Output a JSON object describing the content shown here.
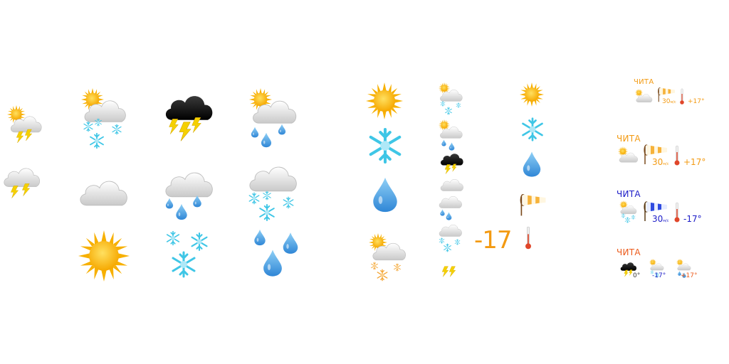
{
  "colors": {
    "orange": "#f39a12",
    "blue": "#1c1cc8",
    "red": "#ec5b1c",
    "sun": "#fbb71c",
    "raindrop": "#5aa8e6",
    "snowflake": "#3fc6e6",
    "cloud": "#e9e9e9",
    "storm_cloud": "#161616",
    "lightning": "#f5d000"
  },
  "icons": {
    "col1": [
      "sun-cloud-lightning-icon",
      "cloud-lightning-icon"
    ],
    "col2": [
      "sun-cloud-snow-icon",
      "cloud-icon",
      "sun-icon"
    ],
    "col3": [
      "storm-cloud-lightning-icon",
      "cloud-rain-icon",
      "snowflakes-icon"
    ],
    "col4": [
      "sun-cloud-rain-icon",
      "cloud-snow-icon",
      "raindrops-icon"
    ],
    "sprite_a": [
      "sun-icon",
      "snowflake-icon",
      "raindrop-icon",
      "sun-cloud-orange-snow-icon"
    ],
    "sprite_b": [
      "sun-cloud-snow-icon",
      "sun-cloud-rain-icon",
      "storm-cloud-lightning-icon",
      "cloud-icon",
      "cloud-rain-icon",
      "cloud-snow-icon",
      "lightning-icon"
    ],
    "sprite_c": [
      "sun-icon",
      "snowflake-icon",
      "raindrop-icon",
      "windsock-icon",
      "thermometer-icon"
    ]
  },
  "big_temperature": "-17",
  "widgets": [
    {
      "city": "ЧИТА",
      "wind": "30",
      "wind_unit": "м/с",
      "temp": "+17°",
      "city_color": "orange",
      "text_color": "orange"
    },
    {
      "city": "ЧИТА",
      "wind": "30",
      "wind_unit": "м/с",
      "temp": "+17°",
      "city_color": "orange",
      "text_color": "orange"
    },
    {
      "city": "ЧИТА",
      "wind": "30",
      "wind_unit": "м/с",
      "temp": "-17°",
      "city_color": "blue",
      "text_color": "blue"
    },
    {
      "city": "ЧИТА",
      "temps": [
        "0°",
        "-17°",
        "+17°"
      ],
      "city_color": "red"
    }
  ]
}
